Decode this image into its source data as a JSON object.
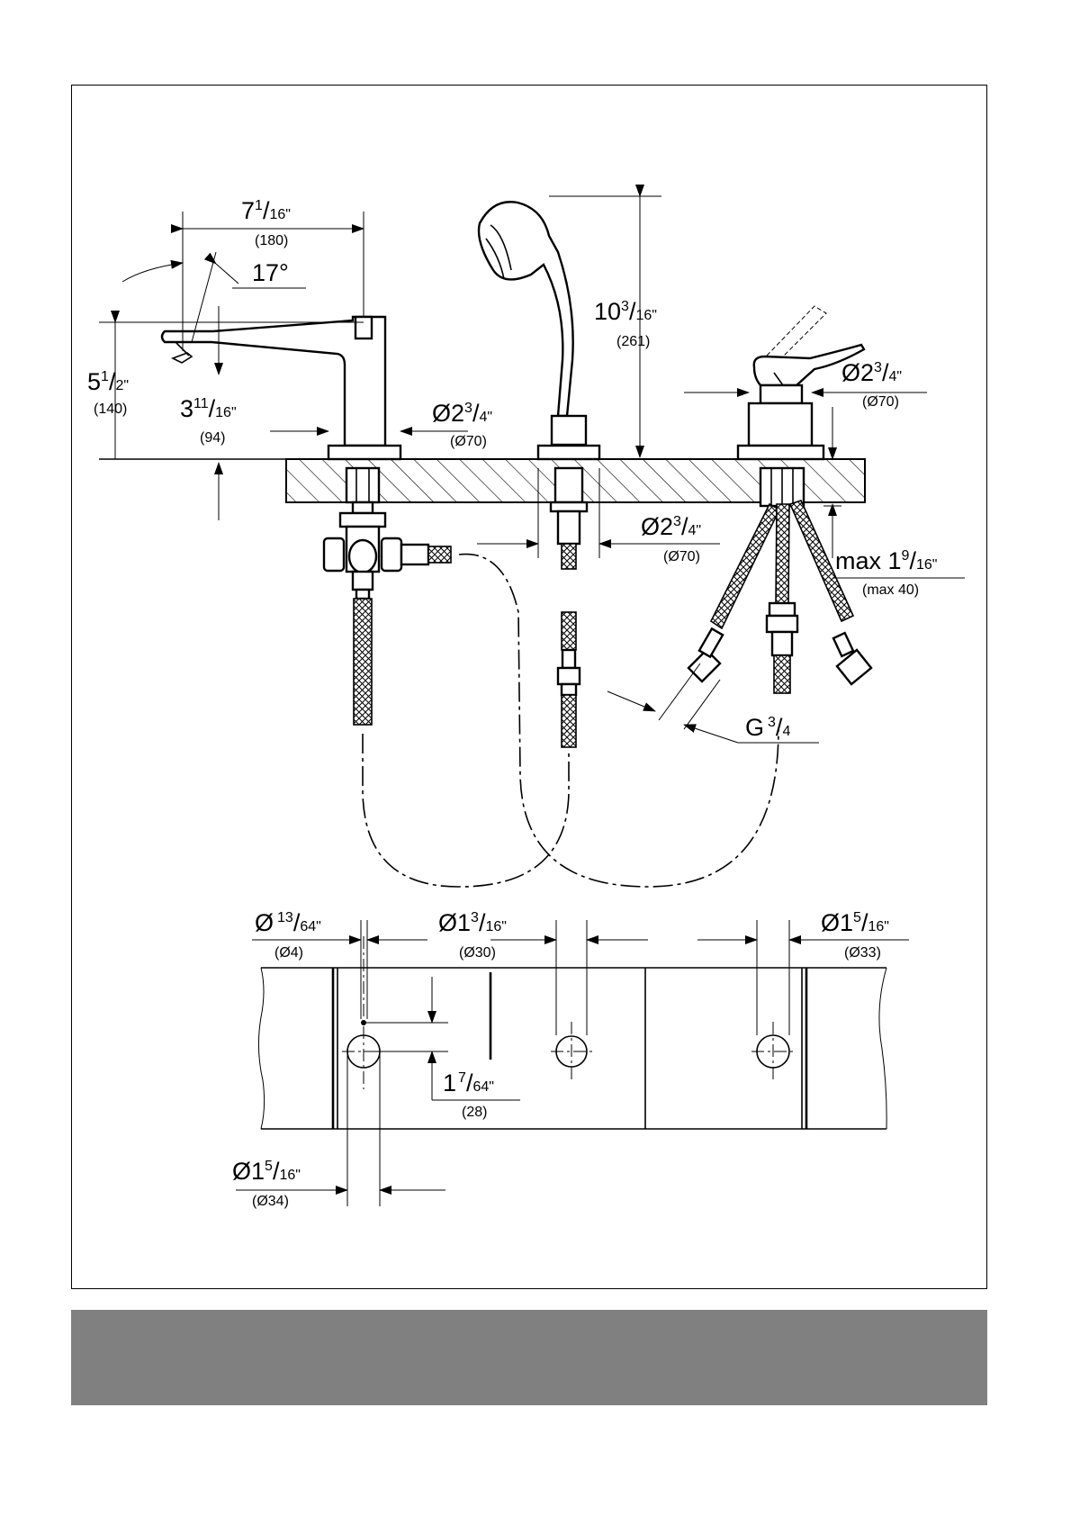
{
  "colors": {
    "frame": "#000000",
    "footer_band": "#808080",
    "background": "#ffffff"
  },
  "dimensions": {
    "spout_reach": {
      "main": "7",
      "sup": "1",
      "sub": "16\"",
      "mm": "(180)"
    },
    "spout_angle": {
      "main": "17°"
    },
    "spout_height": {
      "main": "5",
      "sup": "1",
      "sub": "2\"",
      "mm": "(140)"
    },
    "spout_offset": {
      "main": "3",
      "sup": "11",
      "sub": "16\"",
      "mm": "(94)"
    },
    "spout_base_dia": {
      "main": "Ø2",
      "sup": "3",
      "sub": "4\"",
      "mm": "(Ø70)"
    },
    "handshower_height": {
      "main": "10",
      "sup": "3",
      "sub": "16\"",
      "mm": "(261)"
    },
    "handshower_base_dia": {
      "main": "Ø2",
      "sup": "3",
      "sub": "4\"",
      "mm": "(Ø70)"
    },
    "mixer_dia": {
      "main": "Ø2",
      "sup": "3",
      "sub": "4\"",
      "mm": "(Ø70)"
    },
    "deck_thickness": {
      "main": "max 1",
      "sup": "9",
      "sub": "16\"",
      "mm": "(max 40)"
    },
    "thread": {
      "main": "G",
      "sup": "3",
      "sub": "4"
    },
    "pin_hole_dia": {
      "main": "Ø",
      "sup": "13",
      "sub": "64\"",
      "mm": "(Ø4)"
    },
    "middle_hole_dia": {
      "main": "Ø1",
      "sup": "3",
      "sub": "16\"",
      "mm": "(Ø30)"
    },
    "right_hole_dia": {
      "main": "Ø1",
      "sup": "5",
      "sub": "16\"",
      "mm": "(Ø33)"
    },
    "pin_offset": {
      "main": "1",
      "sup": "7",
      "sub": "64\"",
      "mm": "(28)"
    },
    "left_hole_dia": {
      "main": "Ø1",
      "sup": "5",
      "sub": "16\"",
      "mm": "(Ø34)"
    }
  }
}
